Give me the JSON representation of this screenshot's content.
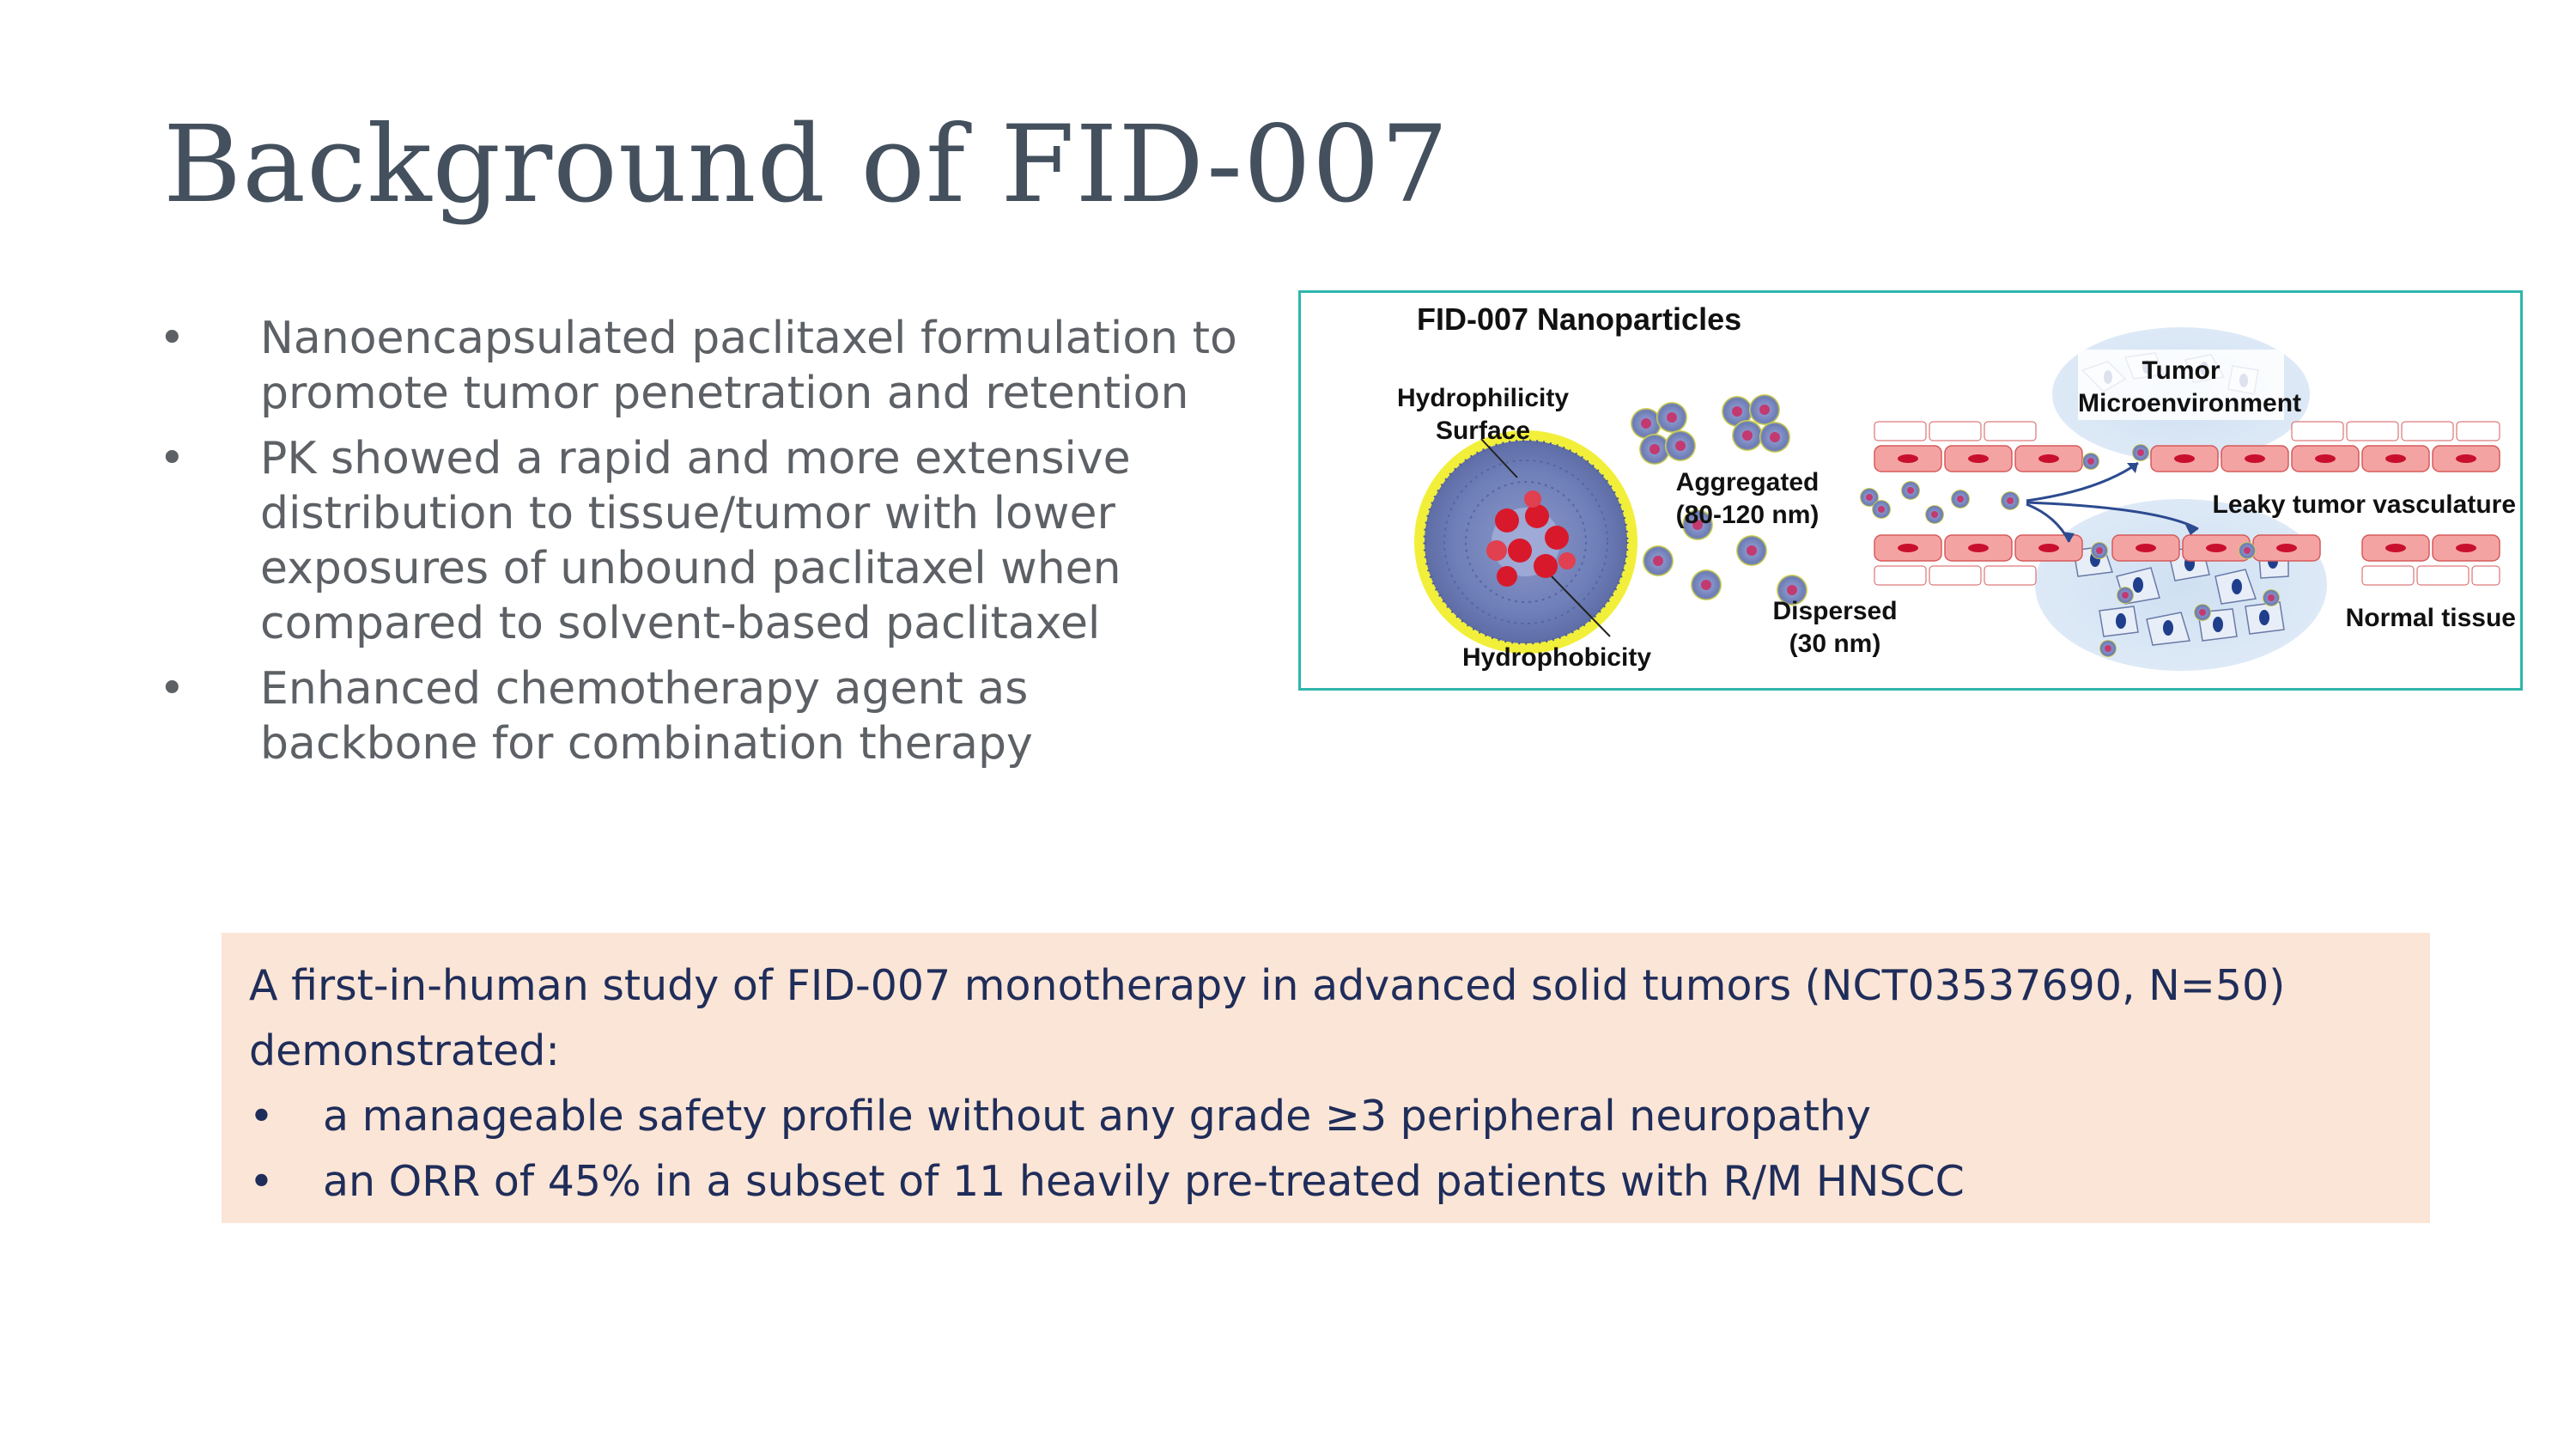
{
  "title": "Background of FID-007",
  "bullets": [
    "Nanoencapsulated paclitaxel formulation to promote tumor penetration and retention",
    "PK showed a rapid and more extensive distribution to tissue/tumor with lower exposures of unbound paclitaxel when compared to solvent-based paclitaxel",
    "Enhanced chemotherapy agent as backbone for combination therapy"
  ],
  "bullet_symbol": "•",
  "figure": {
    "heading": "FID-007 Nanoparticles",
    "hydrophilicity": "Hydrophilicity\nSurface",
    "hydrophobicity": "Hydrophobicity",
    "aggregated": "Aggregated\n(80-120 nm)",
    "dispersed": "Dispersed\n(30 nm)",
    "tumor_micro": "Tumor\nMicroenvironment",
    "leaky": "Leaky tumor vasculature",
    "normal": "Normal tissue"
  },
  "summary": {
    "intro": "A first-in-human study of FID-007 monotherapy in advanced solid tumors (NCT03537690, N=50) demonstrated:",
    "points": [
      "a manageable safety profile without any grade ≥3 peripheral neuropathy",
      "an ORR of 45% in a subset of 11 heavily pre-treated patients with R/M HNSCC"
    ]
  },
  "colors": {
    "title": "#44505d",
    "body_text": "#5d6166",
    "figure_border": "#2fb5ab",
    "summary_bg": "#fbe5d6",
    "summary_text": "#1f2d5a"
  }
}
